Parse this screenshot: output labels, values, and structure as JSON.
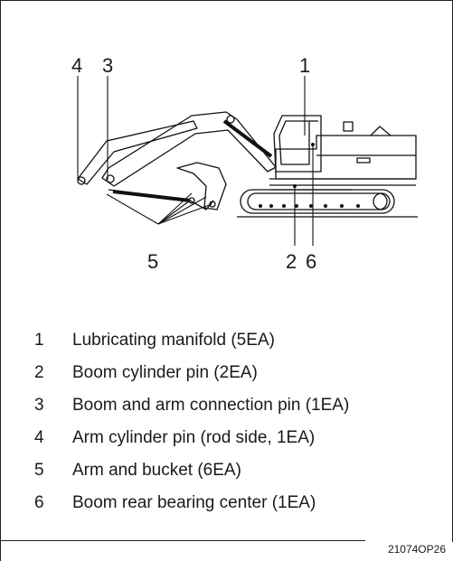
{
  "diagram": {
    "callouts": [
      "1",
      "2",
      "3",
      "4",
      "5",
      "6"
    ]
  },
  "legend": [
    {
      "num": "1",
      "text": "Lubricating manifold (5EA)"
    },
    {
      "num": "2",
      "text": "Boom cylinder pin (2EA)"
    },
    {
      "num": "3",
      "text": "Boom and arm connection pin (1EA)"
    },
    {
      "num": "4",
      "text": "Arm cylinder pin (rod side, 1EA)"
    },
    {
      "num": "5",
      "text": "Arm and bucket (6EA)"
    },
    {
      "num": "6",
      "text": "Boom rear bearing center (1EA)"
    }
  ],
  "figure_code": "21074OP26"
}
